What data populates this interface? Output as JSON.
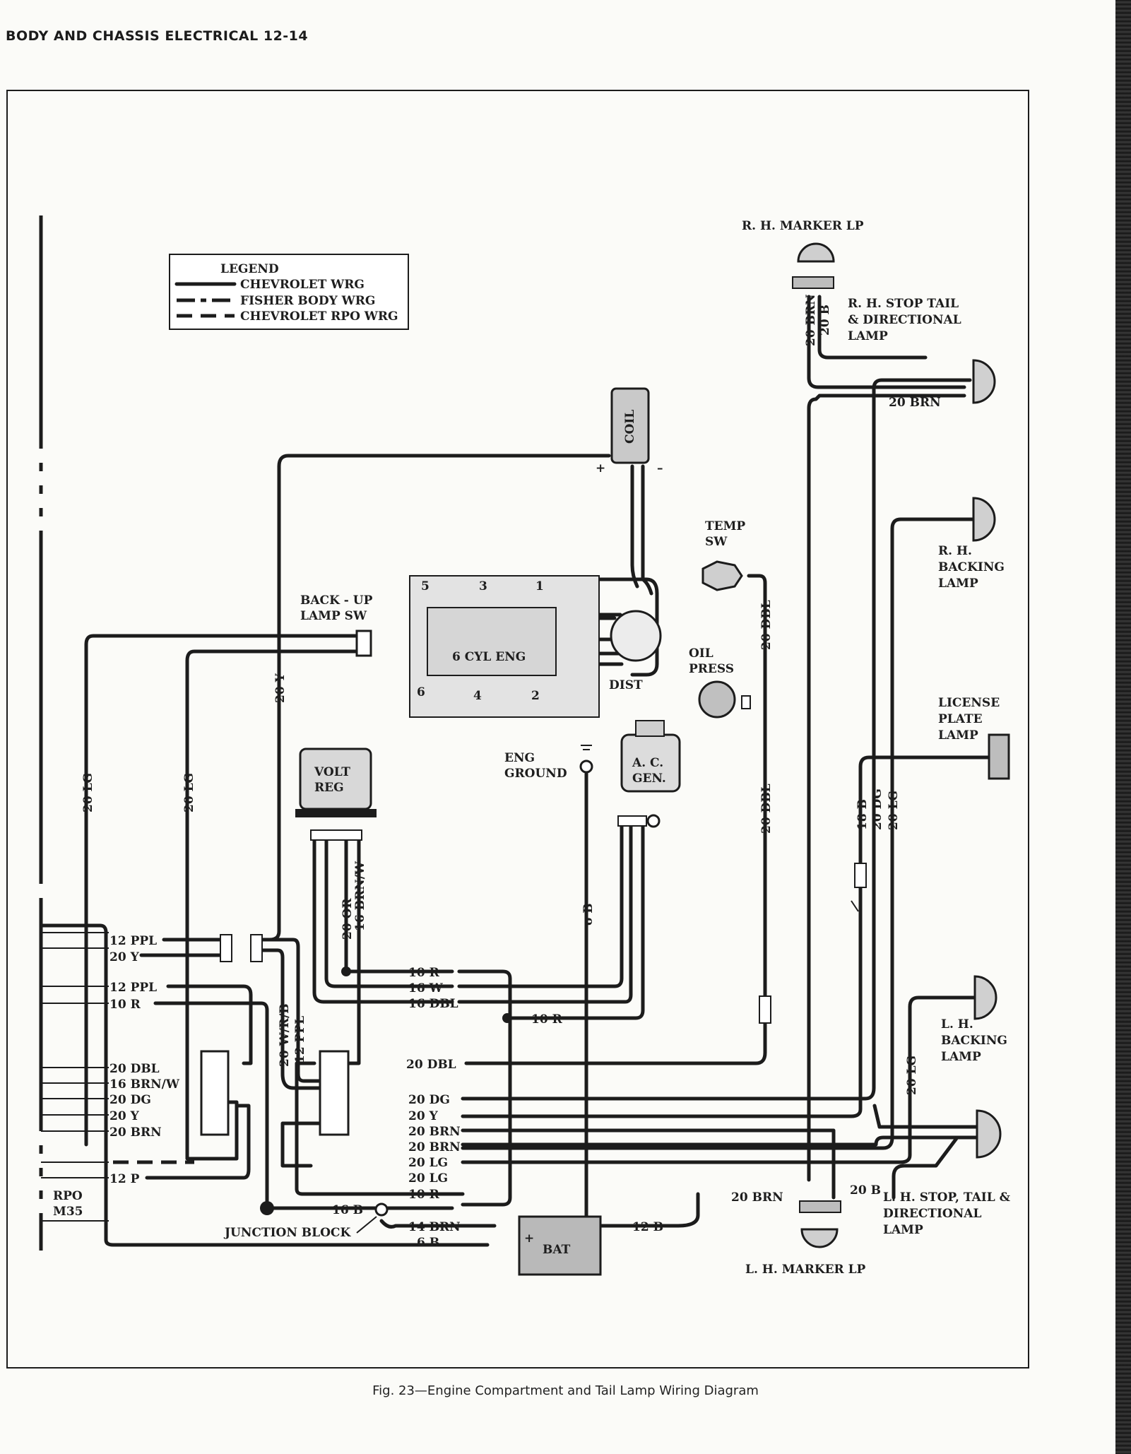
{
  "header": "BODY AND CHASSIS ELECTRICAL 12-14",
  "caption": "Fig. 23—Engine Compartment and Tail Lamp Wiring Diagram",
  "legend": {
    "title": "LEGEND",
    "items": [
      "CHEVROLET WRG",
      "FISHER BODY WRG",
      "CHEVROLET RPO WRG"
    ]
  },
  "components": {
    "coil": "COIL",
    "coil_plus": "+",
    "coil_minus": "–",
    "engine": "6 CYL ENG",
    "dist": "DIST",
    "cyl_1": "1",
    "cyl_2": "2",
    "cyl_3": "3",
    "cyl_4": "4",
    "cyl_5": "5",
    "cyl_6": "6",
    "backup_sw": [
      "BACK - UP",
      "LAMP SW"
    ],
    "temp_sw": [
      "TEMP",
      "SW"
    ],
    "oil_press": [
      "OIL",
      "PRESS"
    ],
    "volt_reg": [
      "VOLT",
      "REG"
    ],
    "eng_ground": [
      "ENG",
      "GROUND"
    ],
    "ac_gen": [
      "A. C.",
      "GEN."
    ],
    "bat": "BAT",
    "bat_plus": "+",
    "junction_block": "JUNCTION BLOCK",
    "rpo": [
      "RPO",
      "M35"
    ],
    "rh_marker": "R. H.  MARKER LP",
    "rh_stop": [
      "R. H.  STOP TAIL",
      "& DIRECTIONAL",
      "LAMP"
    ],
    "rh_backing": [
      "R. H.",
      "BACKING",
      "LAMP"
    ],
    "license": [
      "LICENSE",
      "PLATE",
      "LAMP"
    ],
    "lh_backing": [
      "L. H.",
      "BACKING",
      "LAMP"
    ],
    "lh_stop": [
      "L. H.  STOP, TAIL &",
      "DIRECTIONAL",
      "LAMP"
    ],
    "lh_marker": "L. H.  MARKER LP"
  },
  "wire_labels": {
    "left_block": [
      "12 PPL",
      "20 Y",
      "12 PPL",
      "10 R",
      "20 DBL",
      "16 BRN/W",
      "20 DG",
      "20 Y",
      "20 BRN",
      "12 P"
    ],
    "right_block": [
      "10 R",
      "16 W",
      "16 DBL",
      "10 R",
      "20 DBL",
      "20 DG",
      "20 Y",
      "20 BRN",
      "20 BRN",
      "20 LG",
      "20 LG",
      "10 R",
      "16 B",
      "14 BRN",
      "6 B",
      "12 B"
    ],
    "vertical": {
      "lg_left": "20 LG",
      "lg_mid": "20 LG",
      "y_backup": "20 Y",
      "or": "20 OR",
      "brnw": "16 BRN/W",
      "wrb": "20 W/R/B",
      "ppl12": "12 PPL",
      "b_ground": "o B",
      "dbl_top": "20 DBL",
      "dbl_mid": "20 DBL",
      "rh_brn": "20 BRN",
      "rh_b": "20 B",
      "b18": "18 B",
      "dg20": "20 DG",
      "lg20": "20 LG",
      "lh_lg": "20 LG"
    },
    "rh_brn_horizontal": "20 BRN",
    "lh_brn": "20 BRN",
    "lh_b": "20 B"
  }
}
